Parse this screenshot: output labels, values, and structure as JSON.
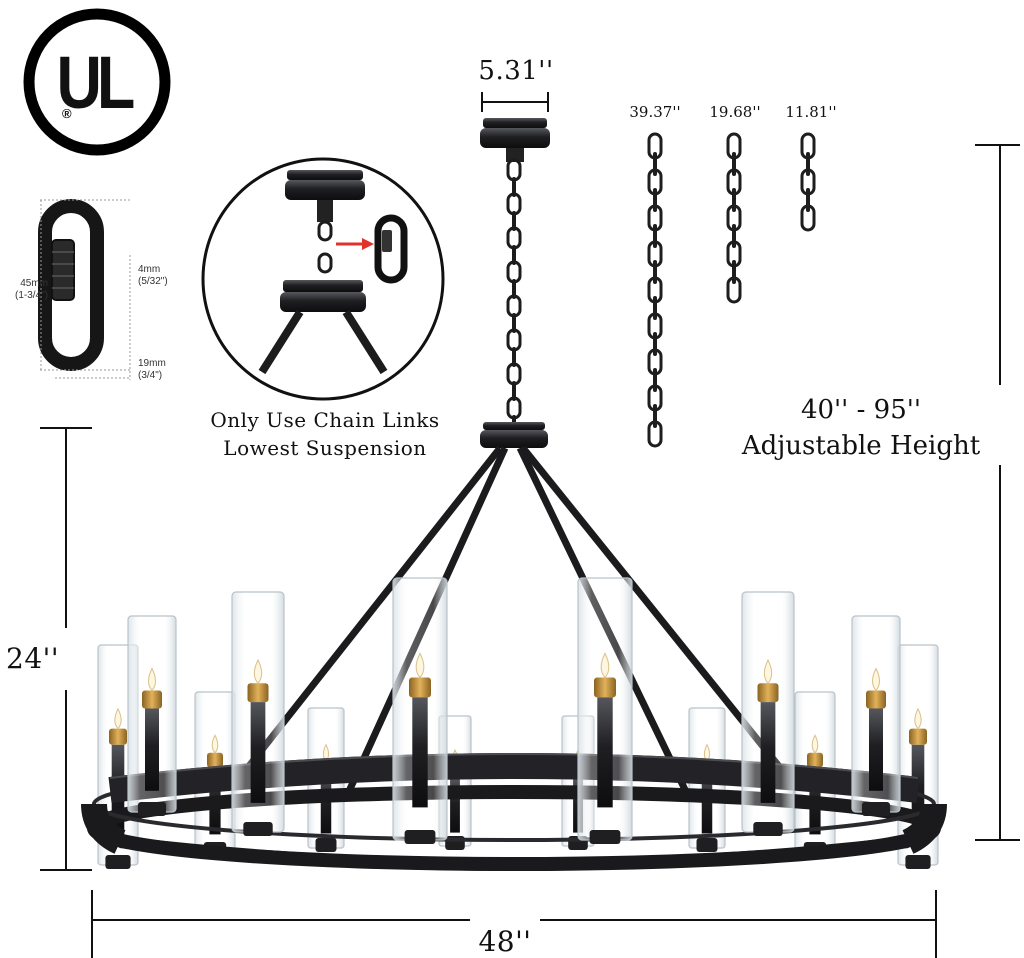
{
  "logo": {
    "text": "UL",
    "mark": "®"
  },
  "quick_link": {
    "length": "45mm",
    "length_in": "(1-3/4\")",
    "wire": "4mm",
    "wire_in": "(5/32\")",
    "width": "19mm",
    "width_in": "(3/4\")"
  },
  "canopy_width": "5.31''",
  "chains": [
    {
      "label": "39.37''",
      "links": 9
    },
    {
      "label": "19.68''",
      "links": 5
    },
    {
      "label": "11.81''",
      "links": 3
    }
  ],
  "inset_caption": {
    "line1": "Only Use Chain Links",
    "line2": "Lowest Suspension"
  },
  "adjustable": {
    "range": "40'' - 95''",
    "label": "Adjustable Height"
  },
  "body_height": "24''",
  "diameter": "48''",
  "colors": {
    "metal": "#1f1f22",
    "brass": "#c9963a",
    "glass": "#e9eef2",
    "line": "#111111",
    "arrow": "#e0322a"
  }
}
